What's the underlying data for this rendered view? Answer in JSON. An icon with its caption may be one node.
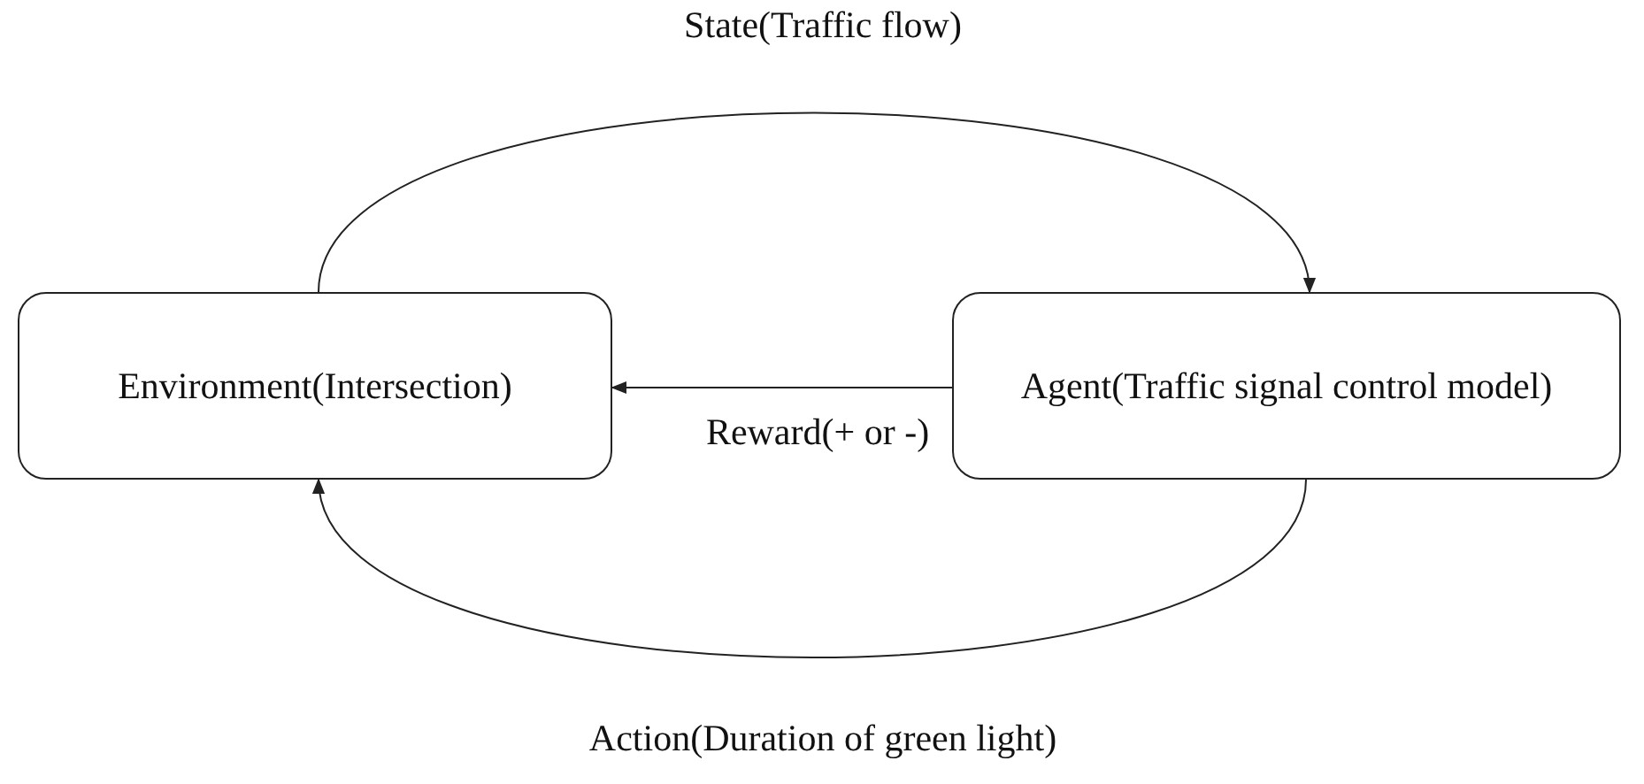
{
  "diagram": {
    "nodes": [
      {
        "text": [
          "Environment(Intersection)"
        ]
      },
      {
        "text": [
          "Agent(Traffic signal control model)"
        ]
      }
    ],
    "edges": [
      {
        "from": 0,
        "to": 1,
        "arrow": "to",
        "label": "State(Traffic flow)"
      },
      {
        "from": 1,
        "to": 0,
        "arrow": "to",
        "label": "Reward(+ or -)"
      },
      {
        "from": 1,
        "to": 0,
        "arrow": "to",
        "label": "Action(Duration of green light)"
      }
    ]
  }
}
